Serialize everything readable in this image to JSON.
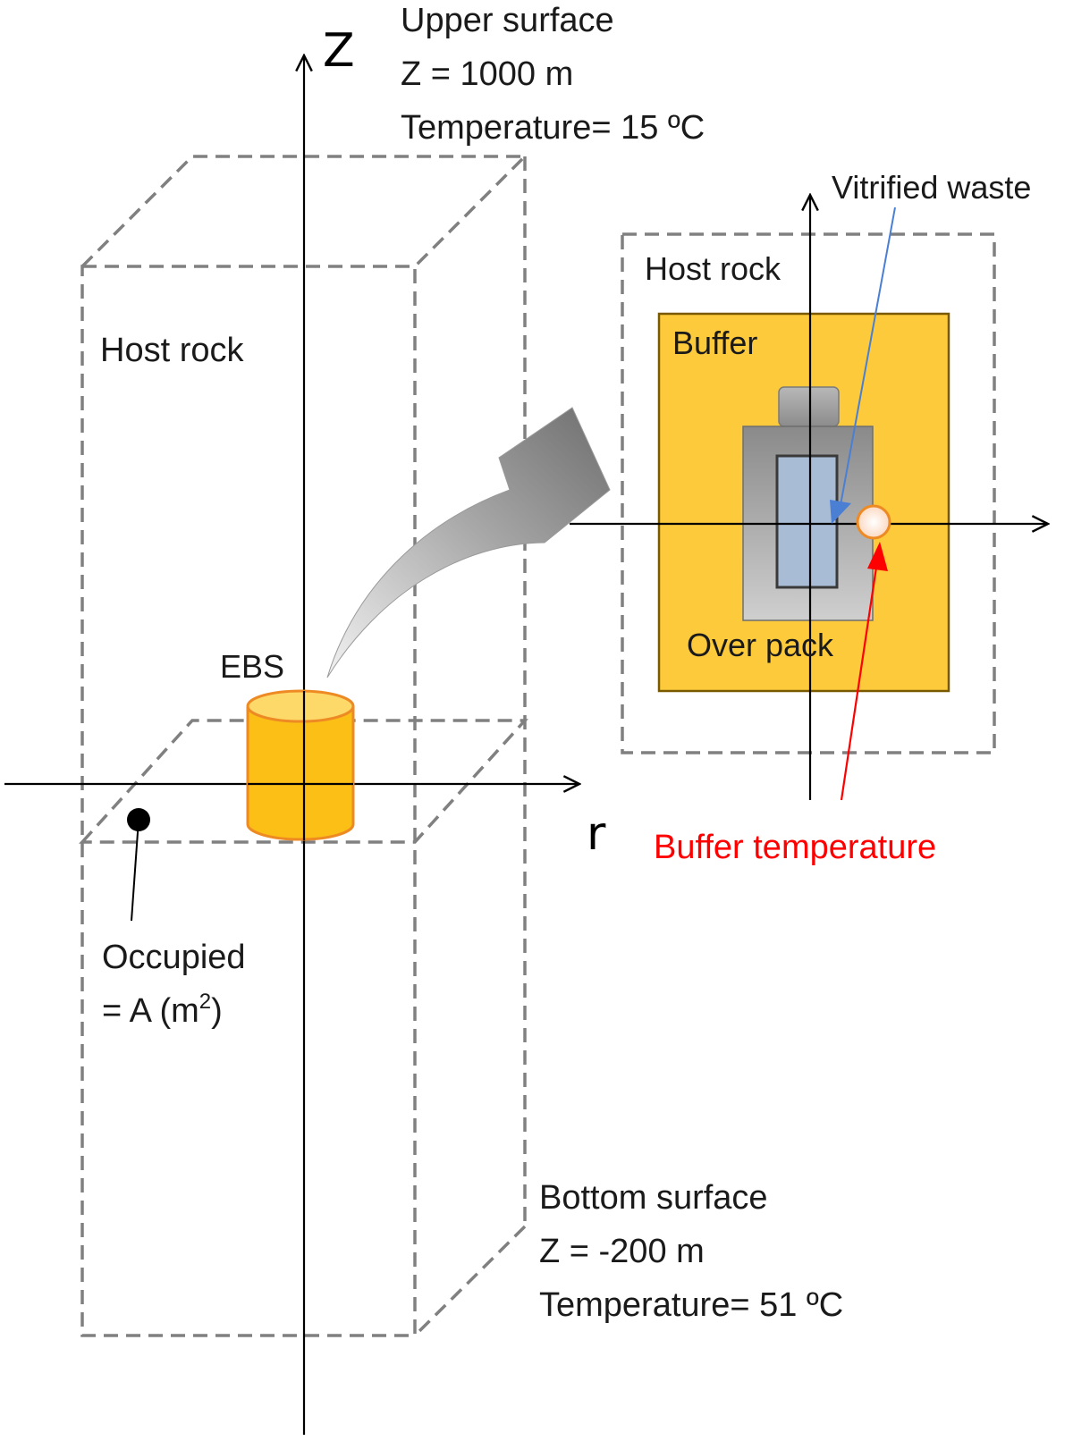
{
  "labels": {
    "z_axis": "Z",
    "r_axis": "r",
    "upper_surface_title": "Upper surface",
    "upper_surface_z": "Z = 1000 m",
    "upper_surface_temp": "Temperature= 15 ºC",
    "bottom_surface_title": "Bottom surface",
    "bottom_surface_z": "Z = -200 m",
    "bottom_surface_temp": "Temperature= 51 ºC",
    "host_rock_main": "Host rock",
    "ebs": "EBS",
    "occupied_line1": "Occupied",
    "occupied_line2_prefix": "= A (m",
    "occupied_sup": "2",
    "occupied_line2_suffix": ")",
    "host_rock_detail": "Host rock",
    "buffer": "Buffer",
    "over_pack": "Over pack",
    "vitrified_waste": "Vitrified waste",
    "buffer_temperature": "Buffer temperature"
  },
  "colors": {
    "buffer_fill": "#fcca3b",
    "ebs_fill": "#fbbf15",
    "ebs_stroke": "#ee8a24",
    "vitrified_fill": "#a9bcd6",
    "dashed_outline": "#808080",
    "buffer_temp_arrow": "#ff0000",
    "vitrified_arrow": "#4a7fd4"
  },
  "icons": {
    "transition_arrow": "curved-arrow-icon",
    "occupied_marker": "dot-marker-icon",
    "measurement_point": "circle-marker-icon"
  }
}
